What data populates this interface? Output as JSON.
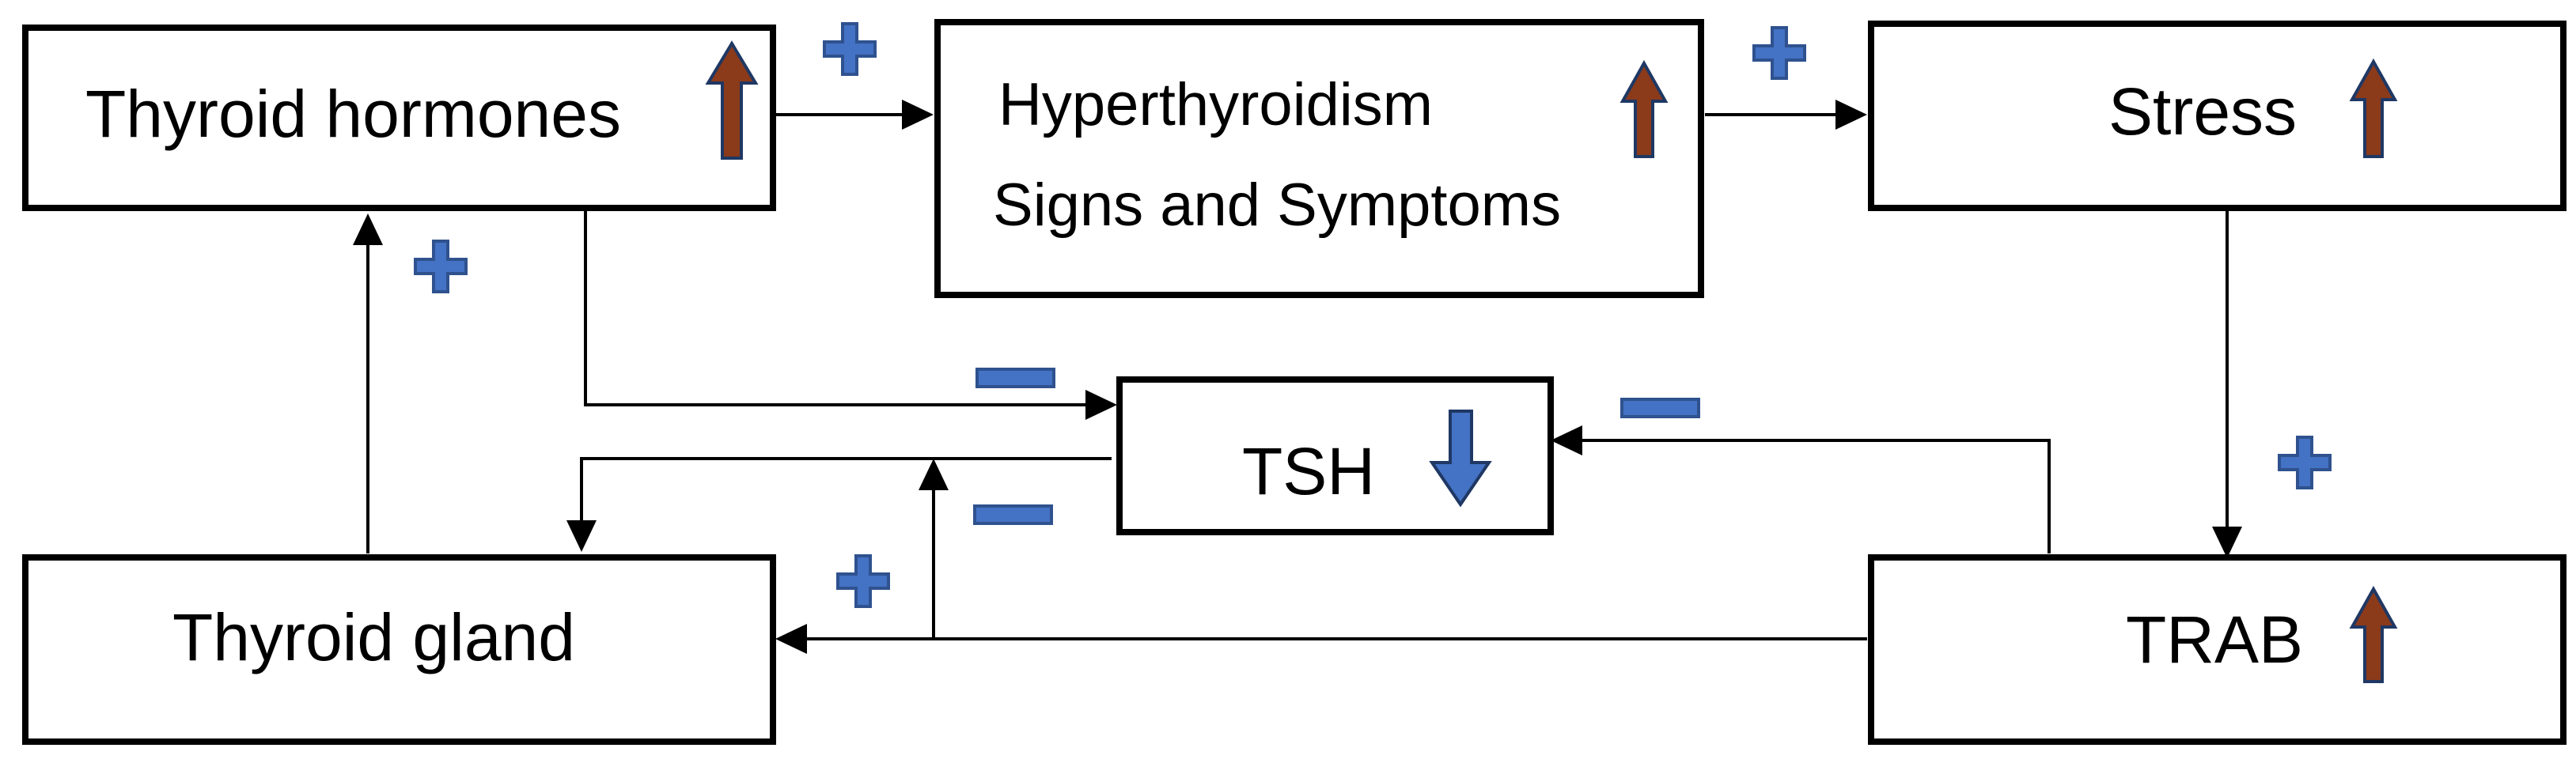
{
  "nodes": {
    "thyroid_hormones": {
      "label": "Thyroid hormones",
      "trend": "up"
    },
    "hyperthyroidism": {
      "line1": "Hyperthyroidism",
      "line2": "Signs and Symptoms",
      "trend": "up"
    },
    "stress": {
      "label": "Stress",
      "trend": "up"
    },
    "tsh": {
      "label": "TSH",
      "trend": "down"
    },
    "thyroid_gland": {
      "label": "Thyroid gland"
    },
    "trab": {
      "label": "TRAB",
      "trend": "up"
    }
  },
  "edges": [
    {
      "from": "thyroid_hormones",
      "to": "hyperthyroidism",
      "effect": "positive"
    },
    {
      "from": "hyperthyroidism",
      "to": "stress",
      "effect": "positive"
    },
    {
      "from": "stress",
      "to": "trab",
      "effect": "positive"
    },
    {
      "from": "trab",
      "to": "thyroid_gland",
      "effect": "positive"
    },
    {
      "from": "trab",
      "to": "tsh",
      "effect": "negative"
    },
    {
      "from": "thyroid_hormones",
      "to": "tsh",
      "effect": "negative"
    },
    {
      "from": "trab",
      "to": "tsh",
      "effect": "negative"
    },
    {
      "from": "tsh",
      "to": "thyroid_gland",
      "effect": "positive"
    },
    {
      "from": "thyroid_gland",
      "to": "thyroid_hormones",
      "effect": "positive"
    }
  ],
  "colors": {
    "up_arrow": "#8B3A1A",
    "down_arrow": "#4472C4",
    "sign": "#4472C4",
    "sign_outline": "#2F528F",
    "line": "#000000"
  },
  "icons": {
    "increase": "brown-up-arrow-icon",
    "decrease": "blue-down-arrow-icon",
    "positive": "plus-sign-icon",
    "negative": "minus-sign-icon"
  }
}
